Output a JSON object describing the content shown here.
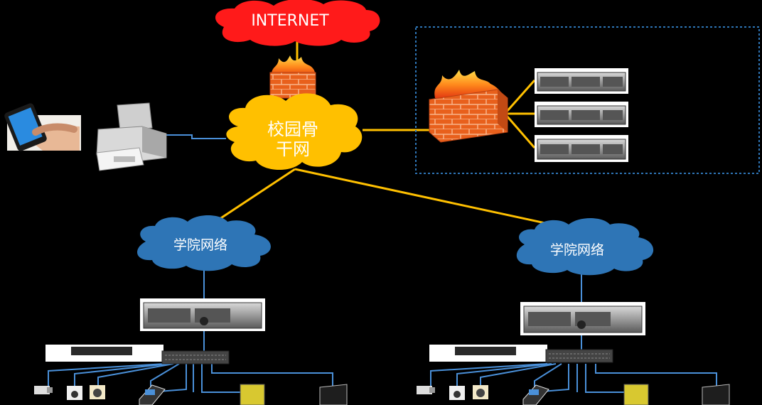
{
  "nodes": {
    "internet": "INTERNET",
    "backbone_line1": "校园骨",
    "backbone_line2": "干网",
    "college_left": "学院网络",
    "college_right": "学院网络"
  },
  "colors": {
    "background": "#000000",
    "internet_cloud": "#ff1a1a",
    "backbone_cloud": "#ffc000",
    "college_cloud": "#2e75b6",
    "uplink_line": "#ffc000",
    "lan_line": "#4a90d9",
    "firewall": "#e8601c",
    "dmz_border": "#2e75b6"
  },
  "icons": [
    "firewall-icon",
    "server-icon",
    "switch-icon",
    "nvr-icon",
    "camera-icon",
    "printer-icon",
    "phone-icon",
    "access-control-icon"
  ]
}
